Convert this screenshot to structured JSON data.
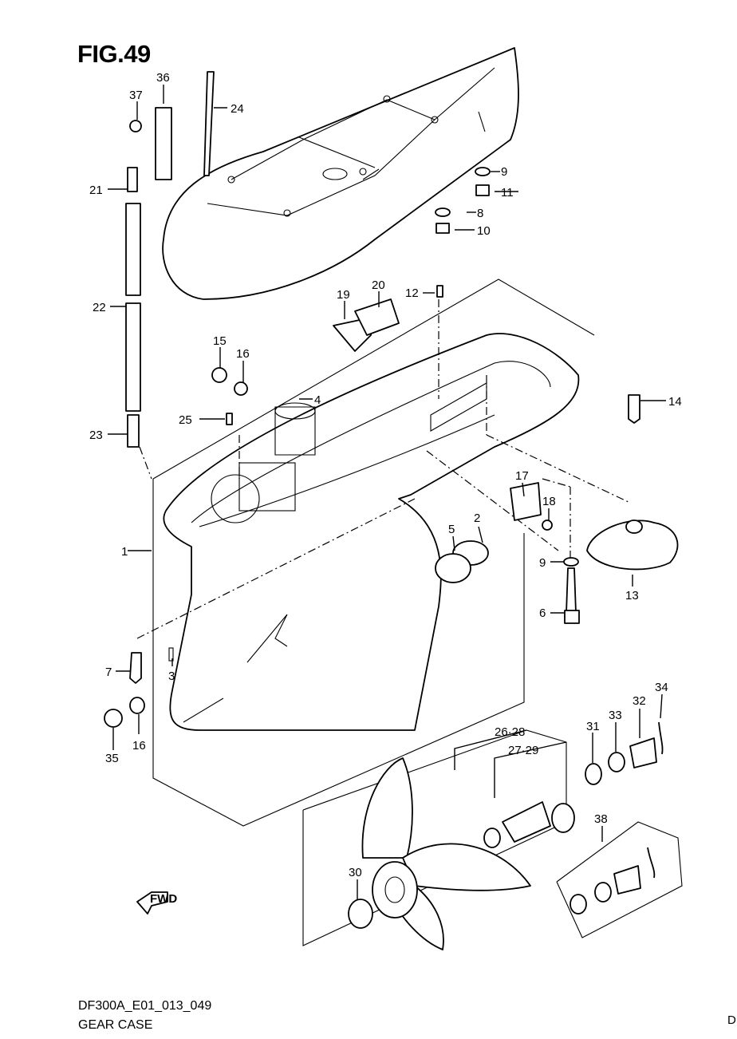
{
  "figure": {
    "title": "FIG.49",
    "code": "DF300A_E01_013_049",
    "name": "GEAR CASE",
    "edge_mark": "D"
  },
  "callouts": [
    "1",
    "2",
    "3",
    "4",
    "5",
    "6",
    "7",
    "8",
    "9",
    "9",
    "10",
    "11",
    "12",
    "13",
    "14",
    "15",
    "16",
    "16",
    "17",
    "18",
    "19",
    "20",
    "21",
    "22",
    "23",
    "24",
    "25",
    "26·28",
    "27·29",
    "30",
    "31",
    "32",
    "33",
    "34",
    "35",
    "36",
    "37",
    "38"
  ],
  "icons": {
    "direction": "fwd-arrow-icon",
    "direction_text": "FWD"
  }
}
